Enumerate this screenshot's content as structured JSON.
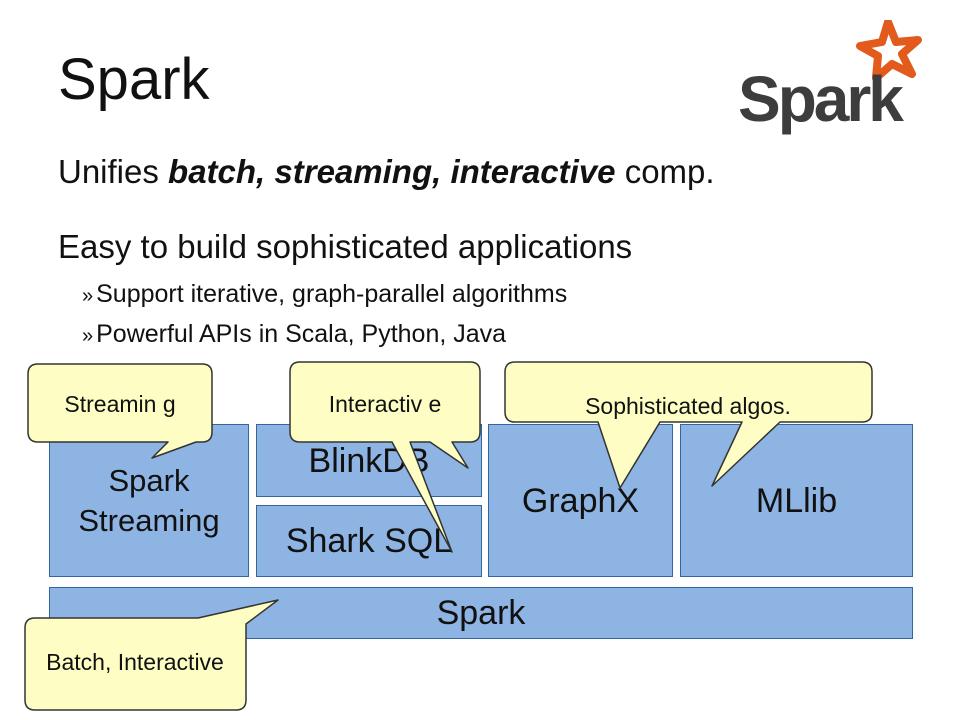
{
  "title": "Spark",
  "logo": {
    "text": "Spark",
    "colors": {
      "text": "#3d3d3d",
      "star": "#e25a1c"
    },
    "icon": "spark-star-logo"
  },
  "bullets": {
    "b1": {
      "pre": "Unifies ",
      "emph": "batch, streaming, interactive",
      "post": " comp."
    },
    "b2": "Easy to build sophisticated applications",
    "subs": [
      {
        "mark": "»",
        "text": "Support iterative, graph-parallel algorithms"
      },
      {
        "mark": "»",
        "text": "Powerful APIs in Scala, Python, Java"
      }
    ]
  },
  "stack": {
    "streaming": "Spark Streaming",
    "blinkdb": "BlinkDB",
    "shark": "Shark SQL",
    "graphx": "GraphX",
    "mllib": "MLlib",
    "spark": "Spark"
  },
  "callouts": {
    "c1": "Streamin g",
    "c2": "Interactiv e",
    "c3": "Sophisticated algos.",
    "c4": "Batch, Interactive"
  },
  "colors": {
    "box": "#8eb4e3",
    "box_border": "#33669e",
    "callout": "#fefec4",
    "callout_border": "#333333"
  }
}
